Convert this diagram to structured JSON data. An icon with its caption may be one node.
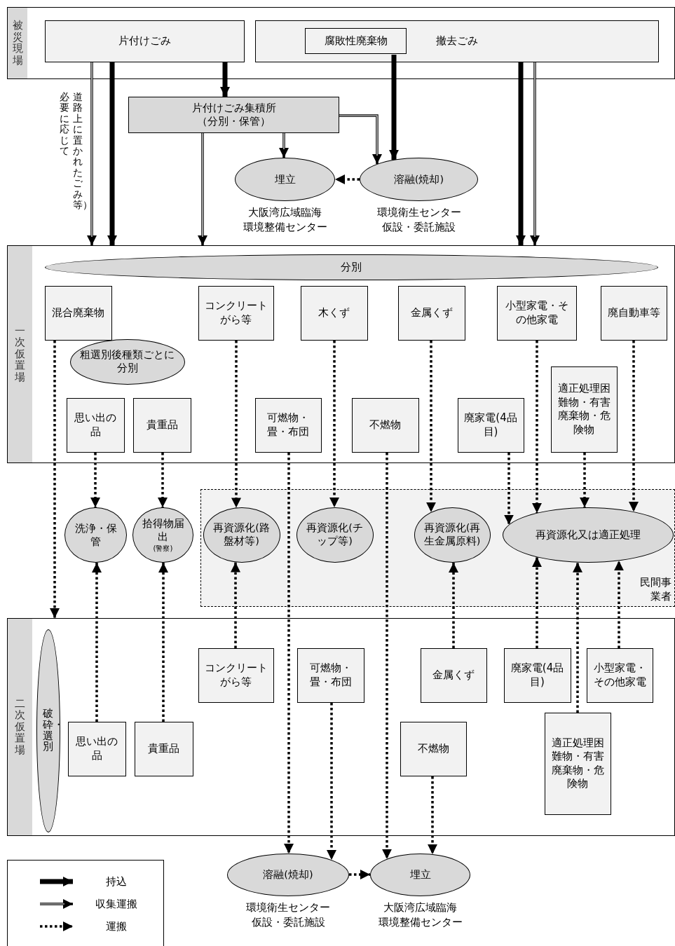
{
  "diagram": {
    "nodes": [
      {
        "text": [
          "被災現場"
        ]
      },
      {
        "text": [
          "片付けごみ"
        ],
        "in": 0
      },
      {
        "text": [
          "撤去ごみ"
        ],
        "in": 0
      },
      {
        "text": [
          "腐敗性廃棄物"
        ],
        "in": 2
      },
      {
        "text": [
          "片付けごみ集積所",
          "（分別・保管）"
        ]
      },
      {
        "text": [
          "埋立"
        ],
        "beside": [
          "大阪湾広域臨海",
          "環境整備センター"
        ]
      },
      {
        "text": [
          "溶融(焼却)"
        ],
        "beside": [
          "環境衛生センター",
          "仮設・委託施設"
        ]
      },
      {
        "text": [
          "一次仮置場"
        ]
      },
      {
        "text": [
          "分別"
        ],
        "in": 7
      },
      {
        "text": [
          "混合廃棄物"
        ],
        "in": 7
      },
      {
        "text": [
          "粗選別後種類ごとに分別"
        ],
        "in": 7
      },
      {
        "text": [
          "コンクリートがら等"
        ],
        "in": 7
      },
      {
        "text": [
          "木くず"
        ],
        "in": 7
      },
      {
        "text": [
          "金属くず"
        ],
        "in": 7
      },
      {
        "text": [
          "小型家電・その他家電"
        ],
        "in": 7
      },
      {
        "text": [
          "廃自動車等"
        ],
        "in": 7
      },
      {
        "text": [
          "思い出の品"
        ],
        "in": 7
      },
      {
        "text": [
          "貴重品"
        ],
        "in": 7
      },
      {
        "text": [
          "可燃物・畳・布団"
        ],
        "in": 7
      },
      {
        "text": [
          "不燃物"
        ],
        "in": 7
      },
      {
        "text": [
          "廃家電(4品目)"
        ],
        "in": 7
      },
      {
        "text": [
          "適正処理困難物・有害廃棄物・危険物"
        ],
        "in": 7
      },
      {
        "text": [
          "民間事業者"
        ]
      },
      {
        "text": [
          "洗浄・保管"
        ]
      },
      {
        "text": [
          "拾得物届出",
          "(警察)"
        ]
      },
      {
        "text": [
          "再資源化(路盤材等)"
        ],
        "in": 22
      },
      {
        "text": [
          "再資源化(チップ等)"
        ],
        "in": 22
      },
      {
        "text": [
          "再資源化(再生金属原料)"
        ],
        "in": 22
      },
      {
        "text": [
          "再資源化又は適正処理"
        ],
        "in": 22
      },
      {
        "text": [
          "二次仮置場"
        ]
      },
      {
        "text": [
          "破砕・選別"
        ],
        "in": 29
      },
      {
        "text": [
          "コンクリートがら等"
        ],
        "in": 29
      },
      {
        "text": [
          "可燃物・畳・布団"
        ],
        "in": 29
      },
      {
        "text": [
          "金属くず"
        ],
        "in": 29
      },
      {
        "text": [
          "廃家電(4品目)"
        ],
        "in": 29
      },
      {
        "text": [
          "小型家電・その他家電"
        ],
        "in": 29
      },
      {
        "text": [
          "思い出の品"
        ],
        "in": 29
      },
      {
        "text": [
          "貴重品"
        ],
        "in": 29
      },
      {
        "text": [
          "不燃物"
        ],
        "in": 29
      },
      {
        "text": [
          "適正処理困難物・有害廃棄物・危険物"
        ],
        "in": 29
      },
      {
        "text": [
          "溶融(焼却)"
        ],
        "beside": [
          "環境衛生センター",
          "仮設・委託施設"
        ]
      },
      {
        "text": [
          "埋立"
        ],
        "beside": [
          "大阪湾広域臨海",
          "環境整備センター"
        ]
      }
    ],
    "edges": [
      {
        "from": 1,
        "to": 7,
        "arrow": "to"
      },
      {
        "from": 1,
        "to": 7,
        "arrow": "to",
        "style": "thick"
      },
      {
        "from": 1,
        "to": 4,
        "arrow": "to",
        "style": "thick"
      },
      {
        "from": 4,
        "to": 7,
        "arrow": "to"
      },
      {
        "from": 4,
        "to": 5,
        "arrow": "to"
      },
      {
        "from": 4,
        "to": 6,
        "arrow": "to"
      },
      {
        "from": 3,
        "to": 6,
        "arrow": "to",
        "style": "thick"
      },
      {
        "from": 6,
        "to": 5,
        "arrow": "to",
        "style": "dashed"
      },
      {
        "from": 2,
        "to": 7,
        "arrow": "to",
        "style": "thick"
      },
      {
        "from": 2,
        "to": 7,
        "arrow": "to"
      },
      {
        "from": 9,
        "to": 29,
        "arrow": "to",
        "style": "dashed"
      },
      {
        "from": 16,
        "to": 23,
        "arrow": "to",
        "style": "dashed"
      },
      {
        "from": 17,
        "to": 24,
        "arrow": "to",
        "style": "dashed"
      },
      {
        "from": 11,
        "to": 25,
        "arrow": "to",
        "style": "dashed"
      },
      {
        "from": 12,
        "to": 26,
        "arrow": "to",
        "style": "dashed"
      },
      {
        "from": 13,
        "to": 27,
        "arrow": "to",
        "style": "dashed"
      },
      {
        "from": 14,
        "to": 28,
        "arrow": "to",
        "style": "dashed"
      },
      {
        "from": 15,
        "to": 28,
        "arrow": "to",
        "style": "dashed"
      },
      {
        "from": 20,
        "to": 28,
        "arrow": "to",
        "style": "dashed"
      },
      {
        "from": 21,
        "to": 28,
        "arrow": "to",
        "style": "dashed"
      },
      {
        "from": 18,
        "to": 40,
        "arrow": "to",
        "style": "dashed"
      },
      {
        "from": 19,
        "to": 41,
        "arrow": "to",
        "style": "dashed"
      },
      {
        "from": 36,
        "to": 23,
        "arrow": "to",
        "style": "dashed"
      },
      {
        "from": 37,
        "to": 24,
        "arrow": "to",
        "style": "dashed"
      },
      {
        "from": 31,
        "to": 25,
        "arrow": "to",
        "style": "dashed"
      },
      {
        "from": 33,
        "to": 27,
        "arrow": "to",
        "style": "dashed"
      },
      {
        "from": 34,
        "to": 28,
        "arrow": "to",
        "style": "dashed"
      },
      {
        "from": 39,
        "to": 28,
        "arrow": "to",
        "style": "dashed"
      },
      {
        "from": 35,
        "to": 28,
        "arrow": "to",
        "style": "dashed"
      },
      {
        "from": 32,
        "to": 40,
        "arrow": "to",
        "style": "dashed"
      },
      {
        "from": 38,
        "to": 41,
        "arrow": "to",
        "style": "dashed"
      },
      {
        "from": 40,
        "to": 41,
        "arrow": "to",
        "style": "dashed"
      }
    ],
    "labels": [
      "道路上に置かれたごみ等）",
      "必要に応じて"
    ],
    "legend": [
      {
        "text": "持込"
      },
      {
        "text": "収集運搬"
      },
      {
        "text": "運搬"
      }
    ]
  }
}
